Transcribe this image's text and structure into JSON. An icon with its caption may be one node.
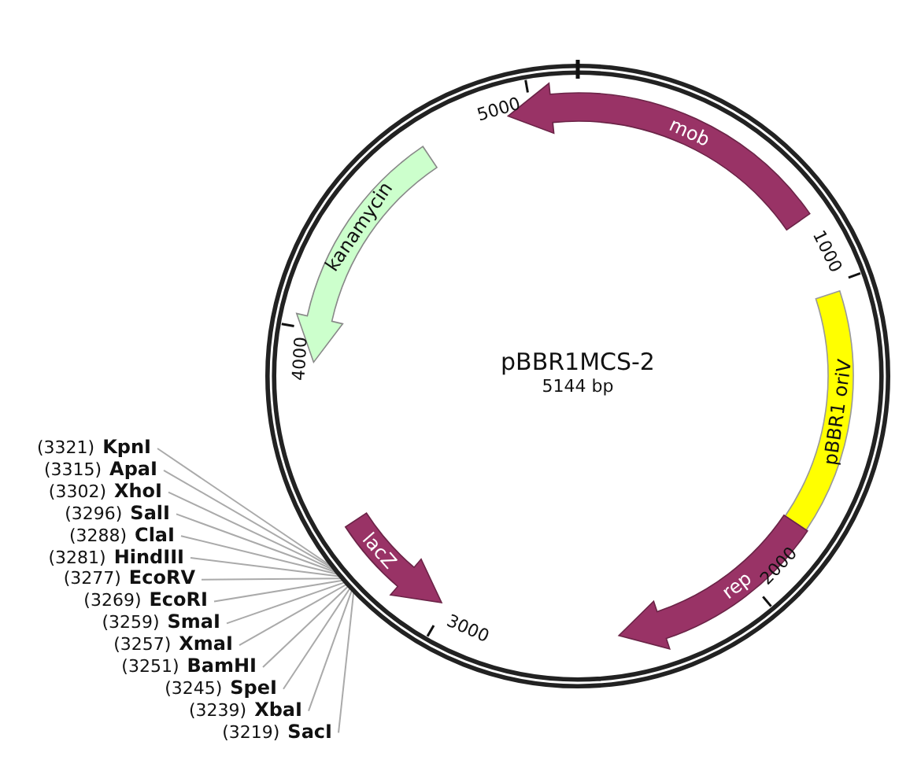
{
  "diagram": {
    "nodes": [
      {
        "text": [
          "pBBR1MCS-2",
          "5144 bp"
        ]
      },
      {
        "text": [
          "mob"
        ],
        "in": 0
      },
      {
        "text": [
          "kanamycin"
        ],
        "in": 0
      },
      {
        "text": [
          "pBBR1 oriV"
        ],
        "in": 0
      },
      {
        "text": [
          "rep"
        ],
        "in": 0
      },
      {
        "text": [
          "lacZ"
        ],
        "in": 0
      },
      {
        "text": [
          "(3321)",
          "KpnI"
        ]
      },
      {
        "text": [
          "(3315)",
          "ApaI"
        ]
      },
      {
        "text": [
          "(3302)",
          "XhoI"
        ]
      },
      {
        "text": [
          "(3296)",
          "SalI"
        ]
      },
      {
        "text": [
          "(3288)",
          "ClaI"
        ]
      },
      {
        "text": [
          "(3281)",
          "HindIII"
        ]
      },
      {
        "text": [
          "(3277)",
          "EcoRV"
        ]
      },
      {
        "text": [
          "(3269)",
          "EcoRI"
        ]
      },
      {
        "text": [
          "(3259)",
          "SmaI"
        ]
      },
      {
        "text": [
          "(3257)",
          "XmaI"
        ]
      },
      {
        "text": [
          "(3251)",
          "BamHI"
        ]
      },
      {
        "text": [
          "(3245)",
          "SpeI"
        ]
      },
      {
        "text": [
          "(3239)",
          "XbaI"
        ]
      },
      {
        "text": [
          "(3219)",
          "SacI"
        ]
      }
    ],
    "edges": [
      {
        "from": 6,
        "to": 0,
        "arrow": "none"
      },
      {
        "from": 7,
        "to": 0,
        "arrow": "none"
      },
      {
        "from": 8,
        "to": 0,
        "arrow": "none"
      },
      {
        "from": 9,
        "to": 0,
        "arrow": "none"
      },
      {
        "from": 10,
        "to": 0,
        "arrow": "none"
      },
      {
        "from": 11,
        "to": 0,
        "arrow": "none"
      },
      {
        "from": 12,
        "to": 0,
        "arrow": "none"
      },
      {
        "from": 13,
        "to": 0,
        "arrow": "none"
      },
      {
        "from": 14,
        "to": 0,
        "arrow": "none"
      },
      {
        "from": 15,
        "to": 0,
        "arrow": "none"
      },
      {
        "from": 16,
        "to": 0,
        "arrow": "none"
      },
      {
        "from": 17,
        "to": 0,
        "arrow": "none"
      },
      {
        "from": 18,
        "to": 0,
        "arrow": "none"
      },
      {
        "from": 19,
        "to": 0,
        "arrow": "none"
      }
    ],
    "labels": [
      "5000",
      "1000",
      "4000",
      "2000",
      "3000"
    ]
  }
}
